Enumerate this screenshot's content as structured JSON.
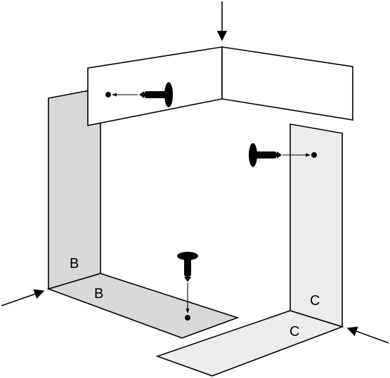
{
  "labels": {
    "b_wall": "B",
    "b_floor": "B",
    "c_wall": "C",
    "c_floor": "C"
  },
  "colors": {
    "b_fill": "#d8d8d8",
    "c_fill": "#ececec",
    "top_fill": "#ffffff",
    "ink": "#000000"
  },
  "icons": [
    "arrow-icon",
    "screw-icon",
    "hole-dot-icon"
  ]
}
